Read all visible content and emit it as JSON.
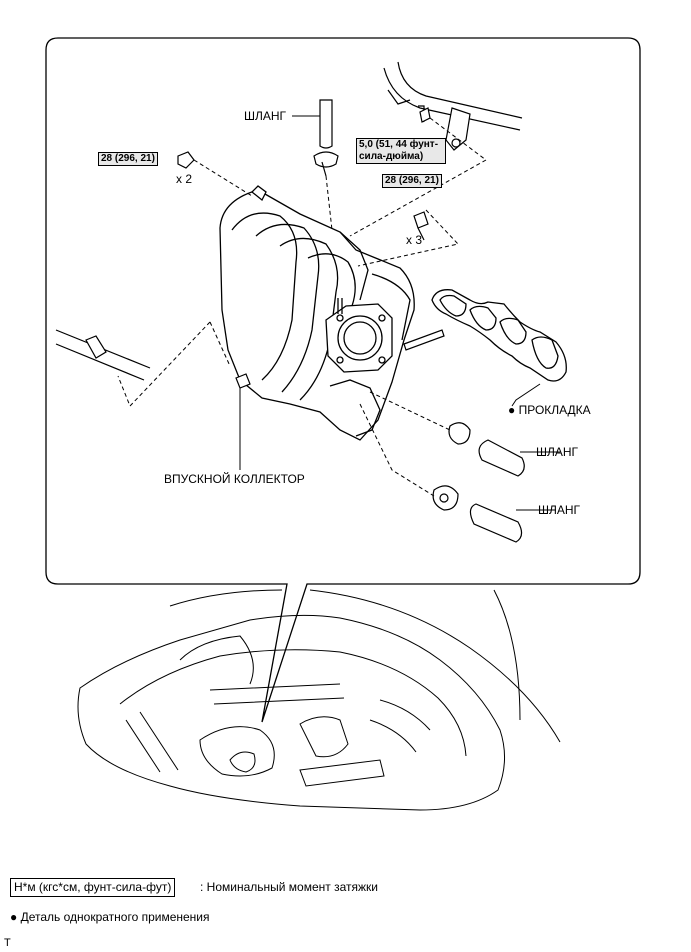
{
  "labels": {
    "hose_top": "ШЛАНГ",
    "hose_mid": "ШЛАНГ",
    "hose_bottom": "ШЛАНГ",
    "gasket": "● ПРОКЛАДКА",
    "manifold": "ВПУСКНОЙ КОЛЛЕКТОР"
  },
  "torques": {
    "left_nut": "28 (296, 21)",
    "left_qty": "x 2",
    "bracket_bolt": "5,0 (51, 44 фунт-сила-дюйма)",
    "right_bolt": "28 (296, 21)",
    "right_qty": "x 3"
  },
  "legend": {
    "torque_unit": "Н*м (кгс*см, фунт-сила-фут)",
    "torque_desc": ": Номинальный момент затяжки",
    "single_use": "● Деталь однократного применения"
  },
  "footer_mark": "T"
}
